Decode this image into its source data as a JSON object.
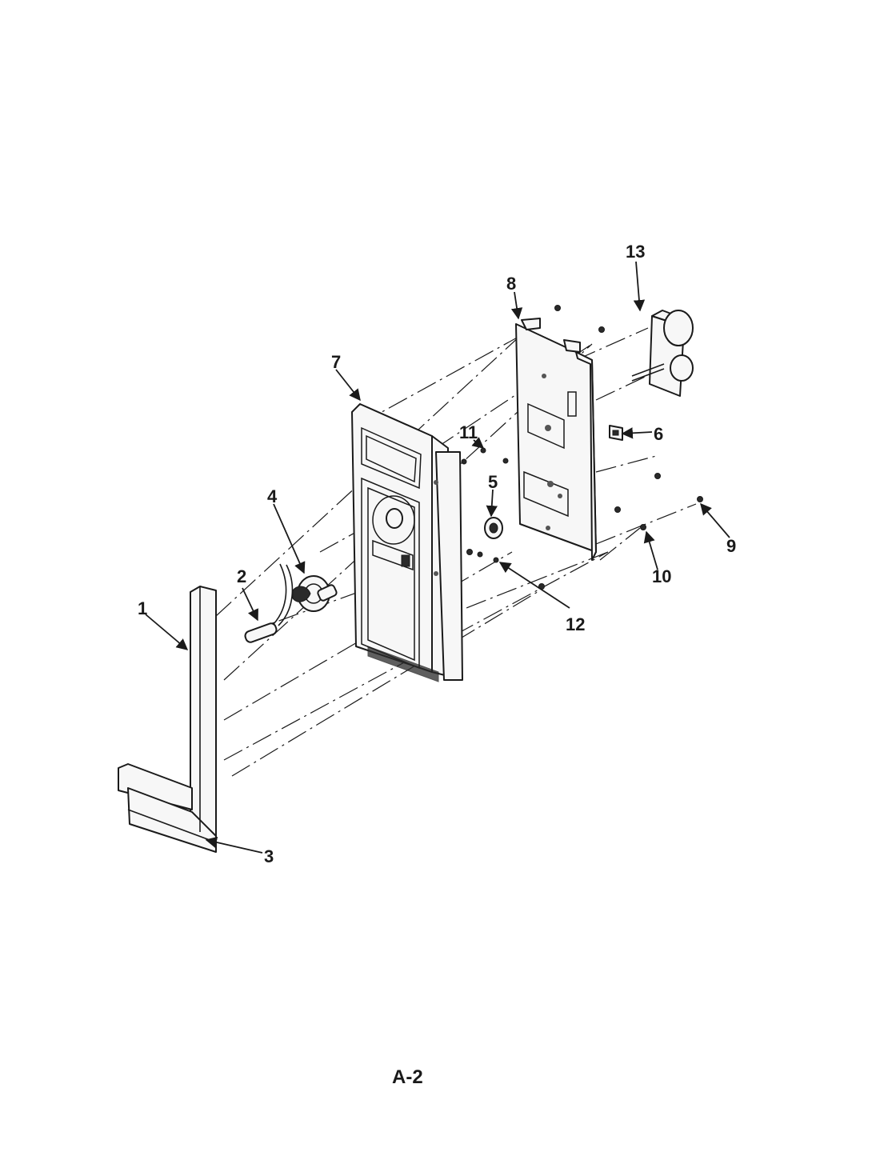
{
  "callouts": {
    "c1": "1",
    "c2": "2",
    "c3": "3",
    "c4": "4",
    "c5": "5",
    "c6": "6",
    "c7": "7",
    "c8": "8",
    "c9": "9",
    "c10": "10",
    "c11": "11",
    "c12": "12",
    "c13": "13"
  },
  "page_label": "A-2"
}
